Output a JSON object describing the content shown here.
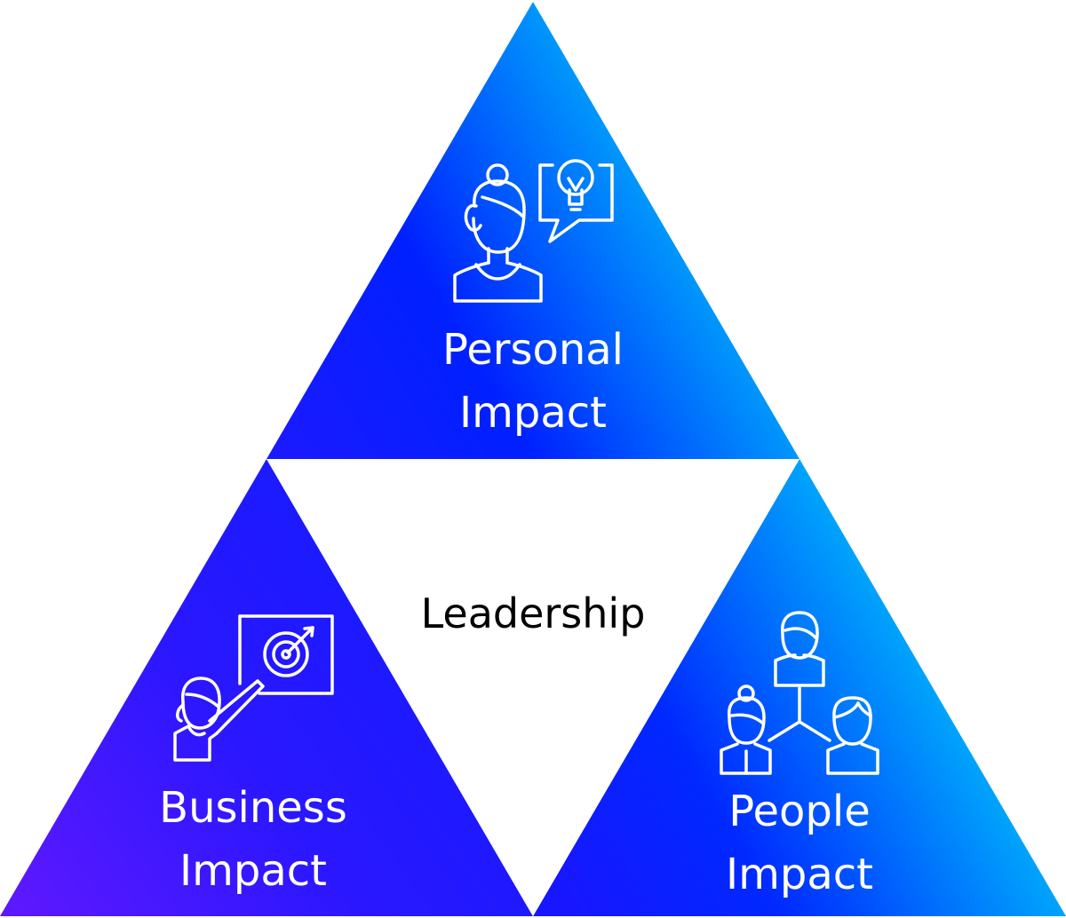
{
  "colors": {
    "cyan": "#00c8fa",
    "blue": "#0020ff",
    "violet": "#5a18ff",
    "center_fill": "#ffffff",
    "label_on_triangle": "#ffffff",
    "center_label": "#000000"
  },
  "center": {
    "label": "Leadership"
  },
  "triangles": [
    {
      "id": "personal",
      "lines": [
        "Personal",
        "Impact"
      ],
      "icon": "woman-idea-icon"
    },
    {
      "id": "business",
      "lines": [
        "Business",
        "Impact"
      ],
      "icon": "woman-target-icon"
    },
    {
      "id": "people",
      "lines": [
        "People",
        "Impact"
      ],
      "icon": "team-network-icon"
    }
  ]
}
